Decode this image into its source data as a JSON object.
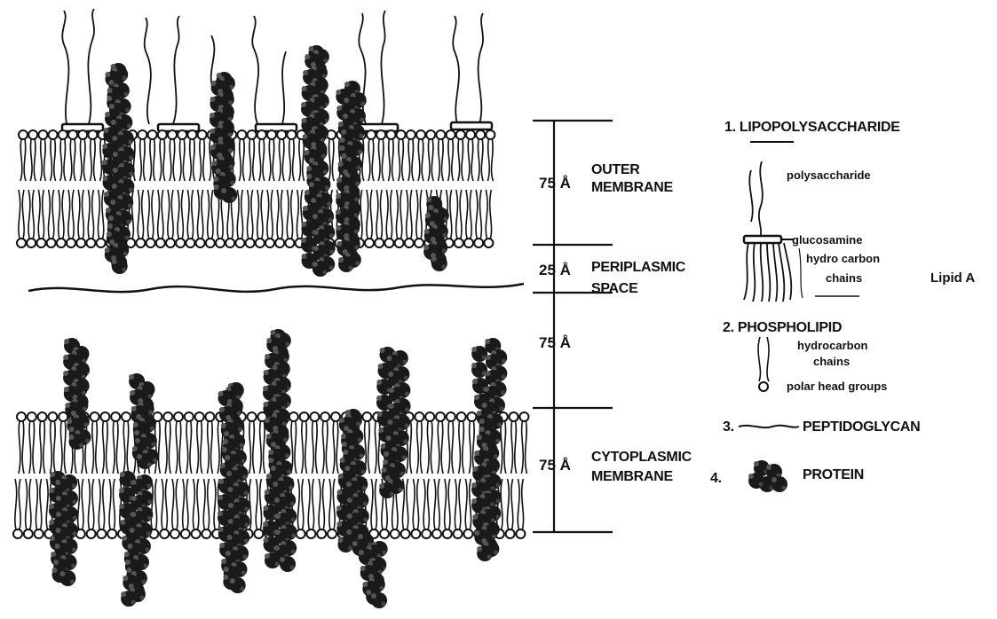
{
  "diagram": {
    "scale": {
      "outer_thickness": "75 Å",
      "periplasmic_thickness": "25 Å",
      "gap_thickness": "75 Å",
      "cytoplasmic_thickness": "75 Å"
    },
    "layers": {
      "outer_membrane": [
        "OUTER",
        "MEMBRANE"
      ],
      "periplasmic_space": [
        "PERIPLASMIC",
        "SPACE"
      ],
      "cytoplasmic_membrane": [
        "CYTOPLASMIC",
        "MEMBRANE"
      ]
    },
    "legend": {
      "lps_title": "1. LIPOPOLYSACCHARIDE",
      "polysaccharide": "polysaccharide",
      "glucosamine": "glucosamine",
      "hydrocarbon_chains_1": "hydro carbon",
      "hydrocarbon_chains_2": "chains",
      "lipid_a": "Lipid A",
      "phospholipid_title": "2. PHOSPHOLIPID",
      "pl_chains_1": "hydrocarbon",
      "pl_chains_2": "chains",
      "polar_heads": "polar head groups",
      "peptidoglycan_num": "3.",
      "peptidoglycan": "PEPTIDOGLYCAN",
      "protein_num": "4.",
      "protein": "PROTEIN"
    }
  }
}
